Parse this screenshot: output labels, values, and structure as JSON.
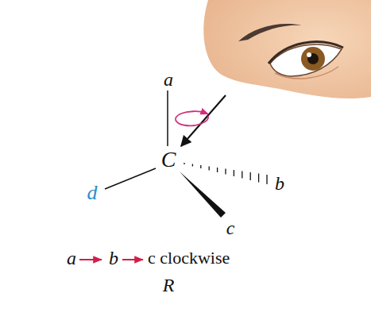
{
  "diagram": {
    "labels": [
      "a",
      "C",
      "b",
      "d",
      "c",
      "a",
      "b",
      "c clockwise",
      "R"
    ]
  }
}
